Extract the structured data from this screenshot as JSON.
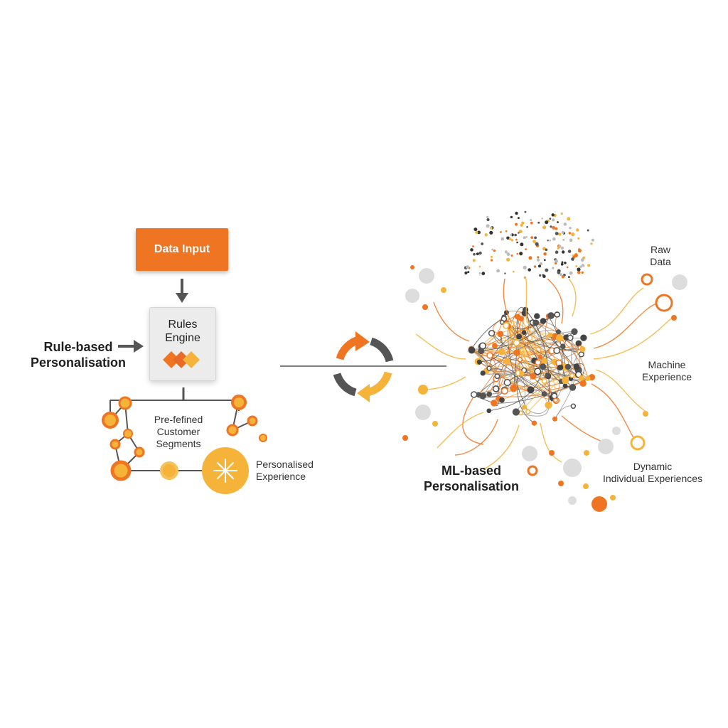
{
  "colors": {
    "orange": "#f07522",
    "amber": "#f6b33a",
    "dark": "#555555",
    "grey": "#dddddd",
    "text": "#333333"
  },
  "rule_based": {
    "title_line1": "Rule-based",
    "title_line2": "Personalisation",
    "data_input_label": "Data Input",
    "engine_line1": "Rules",
    "engine_line2": "Engine",
    "segments_line1": "Pre-fefined",
    "segments_line2": "Customer",
    "segments_line3": "Segments",
    "experience_line1": "Personalised",
    "experience_line2": "Experience",
    "experience_icon": "sparkle-icon"
  },
  "transition": {
    "icon": "refresh-cycle-icon"
  },
  "ml_based": {
    "title_line1": "ML-based",
    "title_line2": "Personalisation",
    "raw_data_line1": "Raw",
    "raw_data_line2": "Data",
    "machine_line1": "Machine",
    "machine_line2": "Experience",
    "dynamic_line1": "Dynamic",
    "dynamic_line2": "Individual Experiences",
    "cloud_icon": "data-cloud-icon",
    "network_icon": "neural-network-icon"
  }
}
